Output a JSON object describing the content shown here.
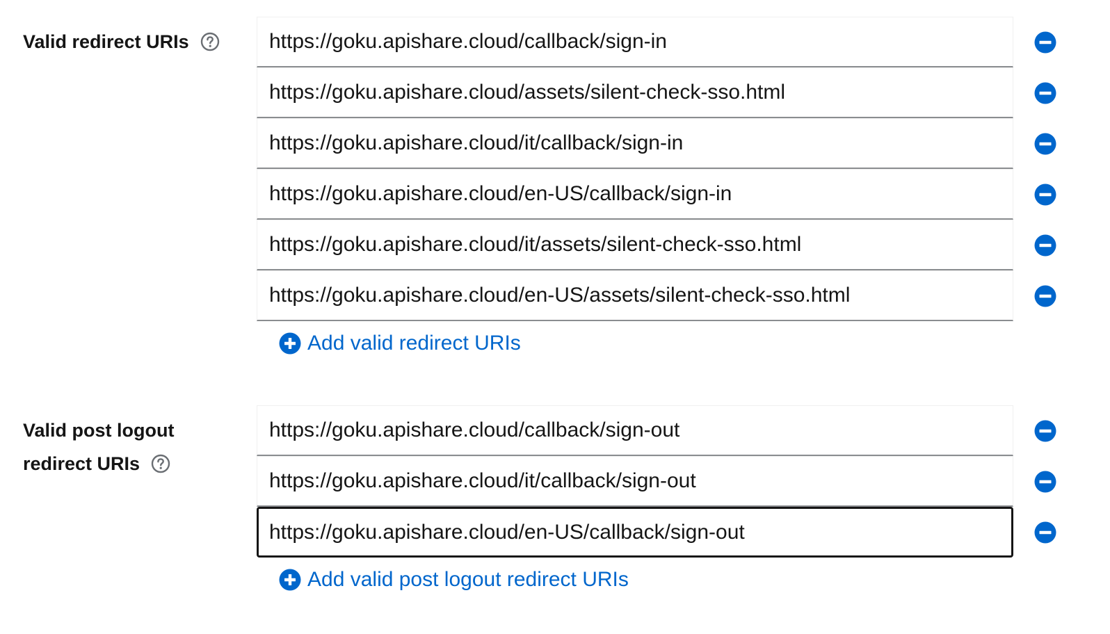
{
  "redirect_uris": {
    "label": "Valid redirect URIs",
    "help_icon": "help-circle-icon",
    "items": [
      "https://goku.apishare.cloud/callback/sign-in",
      "https://goku.apishare.cloud/assets/silent-check-sso.html",
      "https://goku.apishare.cloud/it/callback/sign-in",
      "https://goku.apishare.cloud/en-US/callback/sign-in",
      "https://goku.apishare.cloud/it/assets/silent-check-sso.html",
      "https://goku.apishare.cloud/en-US/assets/silent-check-sso.html"
    ],
    "remove_icon": "minus-circle-icon",
    "add_label": "Add valid redirect URIs",
    "add_icon": "plus-circle-icon"
  },
  "post_logout_redirect_uris": {
    "label_line1": "Valid post logout",
    "label_line2": "redirect URIs",
    "help_icon": "help-circle-icon",
    "items": [
      "https://goku.apishare.cloud/callback/sign-out",
      "https://goku.apishare.cloud/it/callback/sign-out",
      "https://goku.apishare.cloud/en-US/callback/sign-out"
    ],
    "focused_item": 2,
    "remove_icon": "minus-circle-icon",
    "add_label": "Add valid post logout redirect URIs",
    "add_icon": "plus-circle-icon"
  },
  "colors": {
    "link": "#0066cc",
    "remove_icon": "#0066cc",
    "text": "#151515",
    "input_border": "#8a8d90",
    "focus_border": "#151515"
  }
}
